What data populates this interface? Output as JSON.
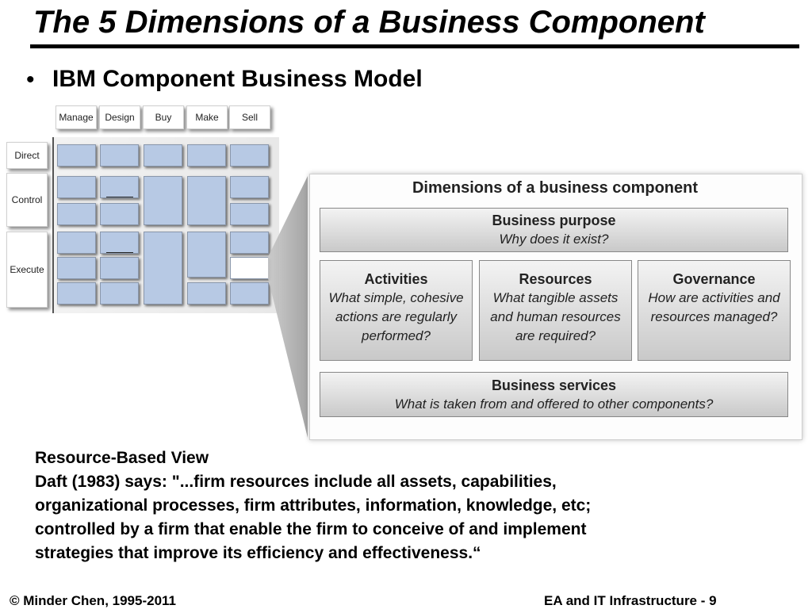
{
  "slide": {
    "title": "The 5 Dimensions of a Business Component",
    "bullet": "IBM Component Business Model"
  },
  "cbm": {
    "columns": [
      "Manage",
      "Design",
      "Buy",
      "Make",
      "Sell"
    ],
    "rows": [
      "Direct",
      "Control",
      "Execute"
    ]
  },
  "dimensions": {
    "title": "Dimensions of a business component",
    "purpose": {
      "name": "Business purpose",
      "question": "Why does it exist?"
    },
    "activities": {
      "name": "Activities",
      "question_lines": [
        "What simple, cohesive",
        "actions are regularly",
        "performed?"
      ]
    },
    "resources": {
      "name": "Resources",
      "question_lines": [
        "What tangible assets",
        "and human resources",
        "are required?"
      ]
    },
    "governance": {
      "name": "Governance",
      "question_lines": [
        "How are activities and",
        "resources managed?"
      ]
    },
    "services": {
      "name": "Business services",
      "question": "What is taken from and offered to other components?"
    }
  },
  "body": {
    "heading": "Resource-Based View",
    "lines": [
      "Daft (1983) says: \"...firm resources include all assets, capabilities,",
      "organizational processes, firm attributes, information, knowledge, etc;",
      "controlled by a firm that enable the firm to conceive of and implement",
      "strategies that improve its efficiency and effectiveness.“"
    ]
  },
  "footer": {
    "left": "© Minder Chen, 1995-2011",
    "right": "EA and IT Infrastructure - 9"
  }
}
